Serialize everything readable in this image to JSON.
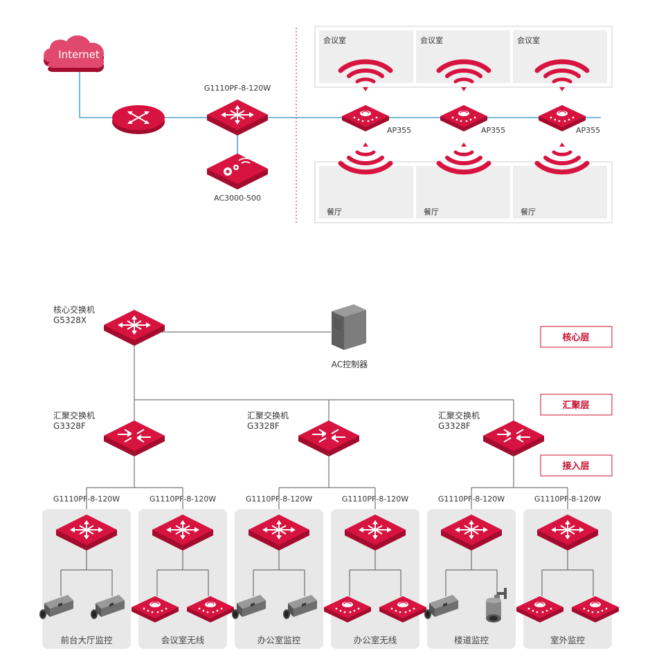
{
  "top": {
    "internet_label": "Internet",
    "switch_label": "G1110PF-8-120W",
    "controller_label": "AC3000-500",
    "ap_label": "AP355",
    "meeting_room_label": "会议室",
    "dining_label": "餐厅"
  },
  "bottom": {
    "core_switch_title": "核心交换机",
    "core_switch_model": "G5328X",
    "ac_controller_label": "AC控制器",
    "agg_switch_title": "汇聚交换机",
    "agg_switch_model": "G3328F",
    "access_switch_label": "G1110PF-8-120W",
    "layers": {
      "core": "核心层",
      "aggregation": "汇聚层",
      "access": "接入层"
    },
    "groups": [
      {
        "label": "前台大厅监控",
        "devices": [
          "camera",
          "camera"
        ]
      },
      {
        "label": "会议室无线",
        "devices": [
          "ap",
          "ap"
        ]
      },
      {
        "label": "办公室监控",
        "devices": [
          "camera",
          "camera"
        ]
      },
      {
        "label": "办公室无线",
        "devices": [
          "ap",
          "ap"
        ]
      },
      {
        "label": "楼道监控",
        "devices": [
          "camera",
          "dome-camera"
        ]
      },
      {
        "label": "室外监控",
        "devices": [
          "ap",
          "ap"
        ]
      }
    ]
  },
  "colors": {
    "brand_red": "#d7133f",
    "dark_red": "#a30c2d",
    "panel_gray": "#e8e8e8",
    "link_blue": "#2a8fc5",
    "line_gray": "#555555"
  }
}
